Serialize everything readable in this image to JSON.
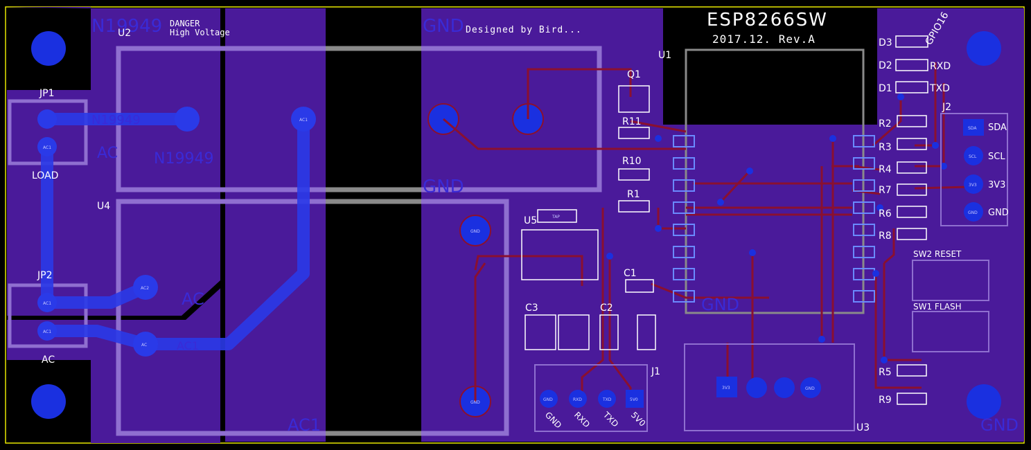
{
  "board": {
    "title": "ESP8266SW",
    "revision": "2017.12. Rev.A",
    "designer": "Designed by Bird...",
    "warning_line1": "DANGER",
    "warning_line2": "High Voltage",
    "colors": {
      "background": "#000000",
      "copper_pour": "#4a1a9a",
      "trace_red": "#8a1030",
      "trace_blue": "#2a3ae8",
      "pad_blue": "#1a30e0",
      "silk": "#ffffff",
      "outline": "#f0f000",
      "gray": "#8a8a8a",
      "keepout": "#8f6fd0"
    }
  },
  "designators": {
    "u1": "U1",
    "u2": "U2",
    "u3": "U3",
    "u4": "U4",
    "u5": "U5",
    "q1": "Q1",
    "c1": "C1",
    "c2": "C2",
    "c3": "C3",
    "r1": "R1",
    "r2": "R2",
    "r3": "R3",
    "r4": "R4",
    "r5": "R5",
    "r6": "R6",
    "r7": "R7",
    "r8": "R8",
    "r9": "R9",
    "r10": "R10",
    "r11": "R11",
    "d1": "D1",
    "d2": "D2",
    "d3": "D3",
    "jp1": "JP1",
    "jp2": "JP2",
    "j1": "J1",
    "j2": "J2"
  },
  "labels": {
    "load": "LOAD",
    "ac": "AC",
    "gpio16": "GPIO16",
    "rxd": "RXD",
    "txd": "TXD",
    "sda": "SDA",
    "scl": "SCL",
    "v33": "3V3",
    "gnd": "GND",
    "sw2": "SW2 RESET",
    "sw1": "SW1 FLASH",
    "j1_gnd": "GND",
    "j1_rxd": "RXD",
    "j1_txd": "TXD",
    "j1_5v": "5V0"
  },
  "ghost_labels": {
    "n19949_top": "N19949",
    "n19949_mid": "N19949",
    "n19949_low": "N19949",
    "gnd_top": "GND",
    "gnd_mid": "GND",
    "gnd_u1": "GND",
    "gnd_br": "GND",
    "ac_a": "AC",
    "ac_b": "AC",
    "ac1": "AC1",
    "ac1_trace": "AC1"
  },
  "pad_labels": {
    "ac1": "AC1",
    "ac2": "AC2",
    "ac": "AC",
    "gnd": "GND",
    "sda": "SDA",
    "scl": "SCL",
    "v33": "3V3",
    "rxd": "RXD",
    "txd": "TXD",
    "v5": "5V0",
    "tap": "TAP"
  }
}
